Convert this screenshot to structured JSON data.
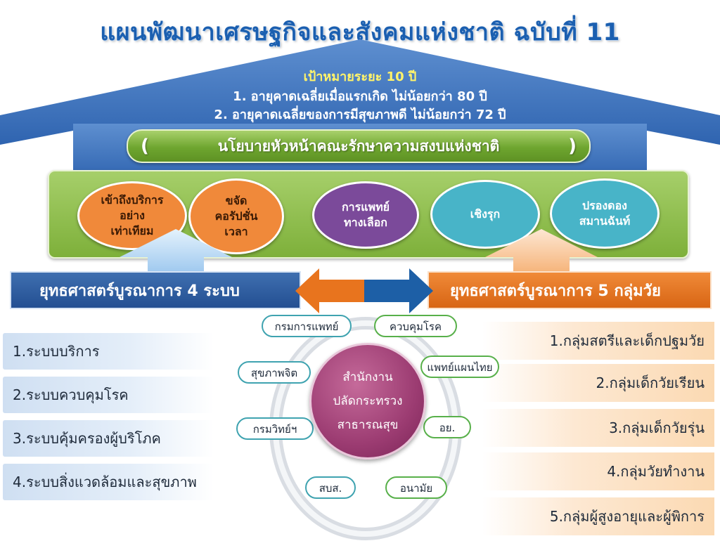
{
  "title": "แผนพัฒนาเศรษฐกิจและสังคมแห่งชาติ ฉบับที่ 11",
  "goals": {
    "heading": "เป้าหมายระยะ 10 ปี",
    "lines": [
      "1.   อายุคาดเฉลี่ยเมื่อแรกเกิด ไม่น้อยกว่า 80 ปี",
      "2. อายุคาดเฉลี่ยของการมีสุขภาพดี ไม่น้อยกว่า 72 ปี"
    ]
  },
  "policy": {
    "label": "นโยบายหัวหน้าคณะรักษาความสงบแห่งชาติ",
    "left_glyph": "(",
    "right_glyph": ")"
  },
  "pillars": [
    {
      "line1": "เข้าถึงบริการ",
      "line2": "อย่าง",
      "line3": "เท่าเทียม",
      "color": "#f0893a"
    },
    {
      "line1": "ขจัด",
      "line2": "คอรัปชั่น",
      "line3": "เวลา",
      "color": "#f0893a"
    },
    {
      "line1": "การแพทย์",
      "line2": "ทางเลือก",
      "line3": "",
      "color": "#7b4a9a"
    },
    {
      "line1": "เชิงรุก",
      "line2": "",
      "line3": "",
      "color": "#48b4c8"
    },
    {
      "line1": "ปรองดอง",
      "line2": "สมานฉันท์",
      "line3": "",
      "color": "#48b4c8"
    }
  ],
  "strategy_left": "ยุทธศาสตร์บูรณาการ 4 ระบบ",
  "strategy_right": "ยุทธศาสตร์บูรณาการ 5 กลุ่มวัย",
  "systems": [
    "1.ระบบบริการ",
    "2.ระบบควบคุมโรค",
    "3.ระบบคุ้มครองผู้บริโภค",
    "4.ระบบสิ่งแวดล้อมและสุขภาพ"
  ],
  "age_groups": [
    "1.กลุ่มสตรีและเด็กปฐมวัย",
    "2.กลุ่มเด็กวัยเรียน",
    "3.กลุ่มเด็กวัยรุ่น",
    "4.กลุ่มวัยทำงาน",
    "5.กลุ่มผู้สูงอายุและผู้พิการ"
  ],
  "hub": {
    "line1": "สำนักงาน",
    "line2": "ปลัดกระทรวง",
    "line3": "สาธารณสุข"
  },
  "departments": {
    "medical": "กรมการแพทย์",
    "disease_control": "ควบคุมโรค",
    "mental_health": "สุขภาพจิต",
    "thai_medicine": "แพทย์แผนไทย",
    "med_science": "กรมวิทย์ฯ",
    "fda": "อย.",
    "nhso": "สบส.",
    "health": "อนามัย"
  },
  "colors": {
    "title": "#1b5fb0",
    "roof": "#3b74bf",
    "green": "#7eb03a",
    "blue_bar": "#234f92",
    "orange_bar": "#d86514",
    "hub": "#9c3c72"
  }
}
